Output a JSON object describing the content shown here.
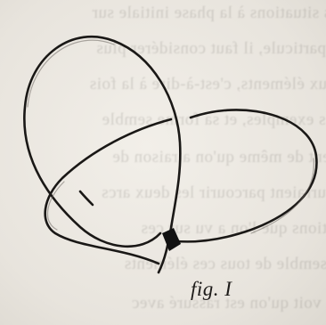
{
  "figure": {
    "caption": "fig. I"
  },
  "bleed_through": {
    "lines": [
      "les situations à la phase initiale sur",
      "la particule, il faut considérer plus",
      "deux éléments, c'est-à-dire à la fois",
      "tels exemples, et sa forme semble",
      "ment de même qu'on a raison de",
      "pourraient parcourir les deux arcs",
      "nations que l'on a vu sur ces",
      "ensemble de tous ces éléments",
      "on voit qu'on est rassuré avec"
    ]
  }
}
